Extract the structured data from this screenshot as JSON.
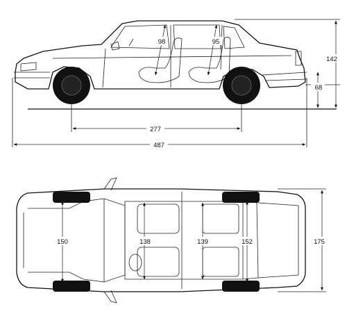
{
  "dimensions": {
    "side_view": {
      "front_headroom": "98",
      "rear_headroom": "95",
      "overall_height": "142",
      "ground_clearance": "68",
      "wheelbase": "277",
      "overall_length": "487"
    },
    "top_view": {
      "front_track": "150",
      "front_shoulder_width": "138",
      "rear_shoulder_width": "139",
      "rear_track": "152",
      "overall_width": "175"
    }
  }
}
